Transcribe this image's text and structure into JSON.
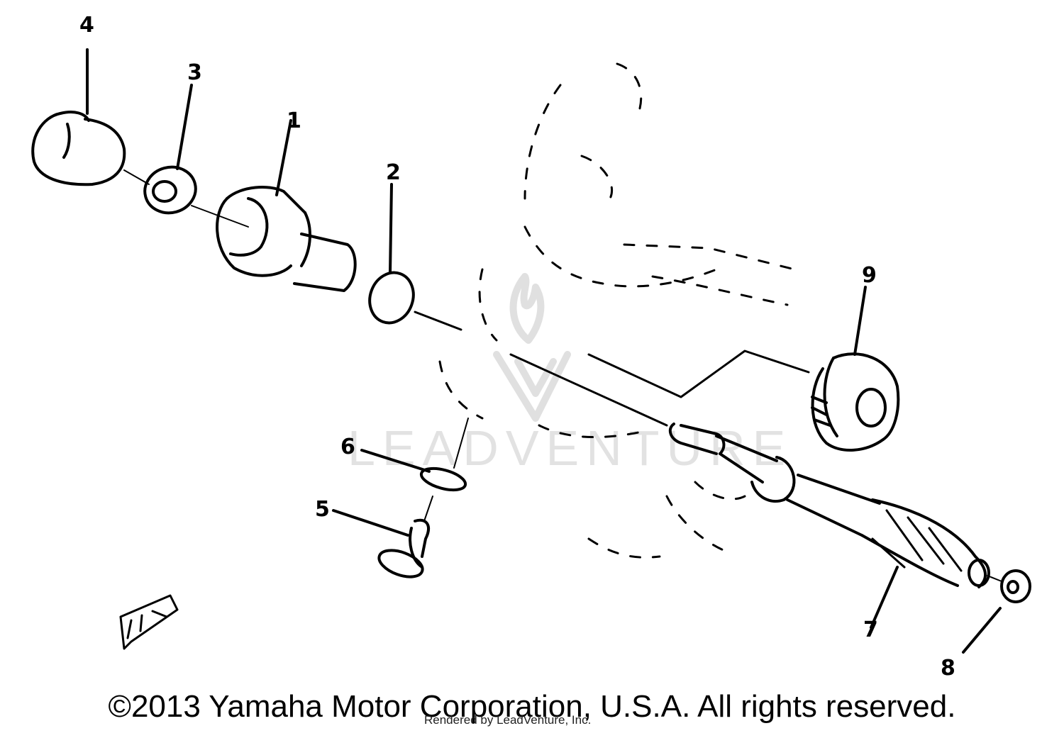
{
  "labels": {
    "p1": "1",
    "p2": "2",
    "p3": "3",
    "p4": "4",
    "p5": "5",
    "p6": "6",
    "p7": "7",
    "p8": "8",
    "p9": "9"
  },
  "footer": {
    "copyright": "©2013 Yamaha Motor Corporation, U.S.A. All rights reserved.",
    "render_credit": "Rendered by LeadVenture, Inc."
  },
  "watermark": {
    "text": "LEADVENTURE"
  },
  "icons": {
    "watermark_logo": "flame-v-logo-icon",
    "front_arrow": "front-direction-arrow-icon"
  },
  "colors": {
    "ink": "#000000",
    "background": "#ffffff",
    "watermark": "#e2e2e2"
  }
}
